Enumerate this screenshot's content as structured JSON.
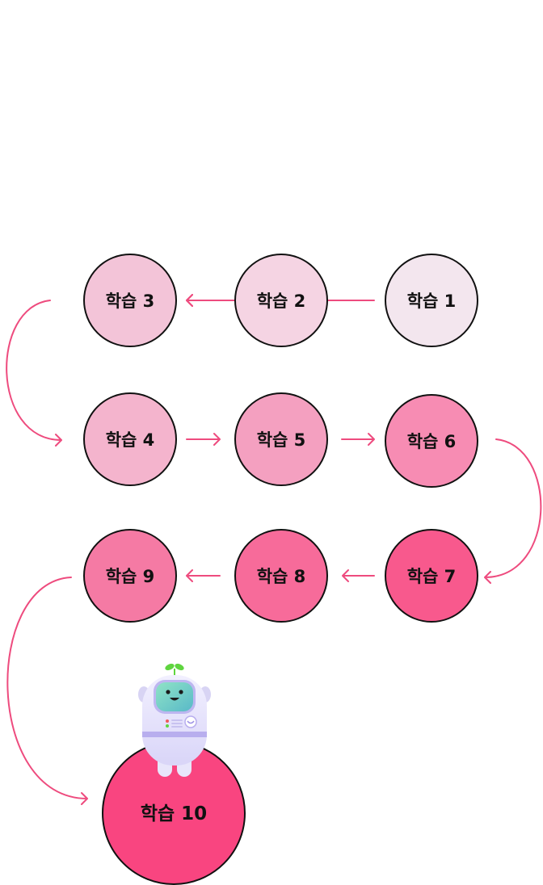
{
  "colors": {
    "arrow": "#ee4b7e",
    "outline": "#111111",
    "robot_body": "#e5e2fb",
    "robot_visor": "#6fd0be",
    "robot_sprout": "#5fd53f"
  },
  "nodes": [
    {
      "label": "학습 1",
      "fill": "#f3e6ee"
    },
    {
      "label": "학습 2",
      "fill": "#f5d4e3"
    },
    {
      "label": "학습 3",
      "fill": "#f3c4d8"
    },
    {
      "label": "학습 4",
      "fill": "#f4b4cd"
    },
    {
      "label": "학습 5",
      "fill": "#f4a0c0"
    },
    {
      "label": "학습 6",
      "fill": "#f78cb3"
    },
    {
      "label": "학습 7",
      "fill": "#f8598d"
    },
    {
      "label": "학습 8",
      "fill": "#f76b9a"
    },
    {
      "label": "학습 9",
      "fill": "#f57aa4"
    },
    {
      "label": "학습 10",
      "fill": "#f94580"
    }
  ],
  "mascot": {
    "icon": "astronaut-robot-icon"
  }
}
